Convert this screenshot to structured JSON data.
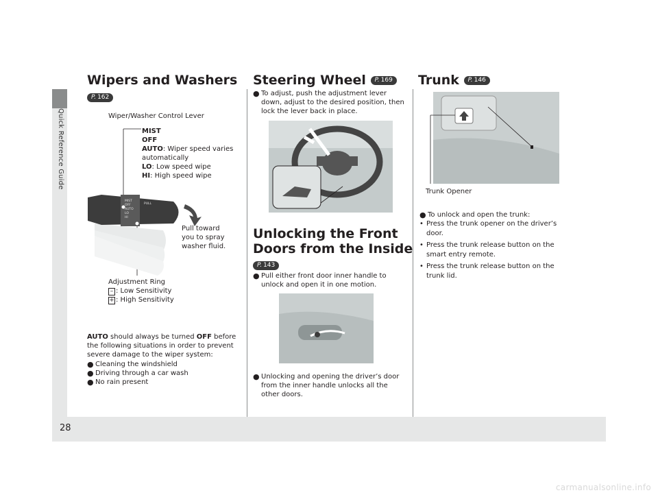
{
  "sidebar": {
    "label": "Quick Reference Guide"
  },
  "page_number": "28",
  "wipers": {
    "title": "Wipers and Washers",
    "ref": "162",
    "lever_caption": "Wiper/Washer Control Lever",
    "modes": {
      "mist": "MIST",
      "off": "OFF",
      "auto_key": "AUTO",
      "auto_desc": ": Wiper speed varies",
      "auto_desc2": "automatically",
      "lo_key": "LO",
      "lo_desc": ": Low speed wipe",
      "hi_key": "HI",
      "hi_desc": ": High speed wipe"
    },
    "pull_toward": [
      "Pull toward",
      "you to spray",
      "washer fluid."
    ],
    "adjustment": {
      "title": "Adjustment Ring",
      "minus_symbol": "–",
      "minus": ": Low Sensitivity",
      "plus_symbol": "+",
      "plus": ": High Sensitivity"
    },
    "lever_marks": [
      "MIST",
      "OFF",
      "AUTO",
      "LO",
      "HI",
      "PULL"
    ],
    "auto_note": {
      "lead_bold": "AUTO",
      "lead_text": " should always be turned ",
      "off_bold": "OFF",
      "line1_end": " before",
      "line2": "the following situations in order to prevent",
      "line3": "severe damage to the wiper system:"
    },
    "bullets": [
      "Cleaning the windshield",
      "Driving through a car wash",
      "No rain present"
    ]
  },
  "steering": {
    "title": "Steering Wheel",
    "ref": "169",
    "bullet_lines": [
      "To adjust, push the adjustment lever",
      "down, adjust to the desired position, then",
      "lock the lever back in place."
    ]
  },
  "doors": {
    "title_line1": "Unlocking the Front",
    "title_line2": "Doors from the Inside",
    "ref": "143",
    "bullet1_lines": [
      "Pull either front door inner handle to",
      "unlock and open it in one motion."
    ],
    "bullet2_lines": [
      "Unlocking and opening the driver’s door",
      "from the inner handle unlocks all the",
      "other doors."
    ]
  },
  "trunk": {
    "title": "Trunk",
    "ref": "146",
    "opener_label": "Trunk Opener",
    "main_bullet": "To unlock and open the trunk:",
    "sub_bullets": [
      [
        "Press the trunk opener on the driver’s",
        "door."
      ],
      [
        "Press the trunk release button on the",
        "smart entry remote."
      ],
      [
        "Press the trunk release button on the",
        "trunk lid."
      ]
    ]
  },
  "ref_prefix": "P.",
  "bullet_glyph": "●",
  "sub_bullet_glyph": "•",
  "watermark": "carmanualsonline.info",
  "colors": {
    "text": "#231f20",
    "sidebar_band": "#e6e7e7",
    "sidebar_cap": "#8a8c8c",
    "ref_badge": "#3a3a3a"
  }
}
